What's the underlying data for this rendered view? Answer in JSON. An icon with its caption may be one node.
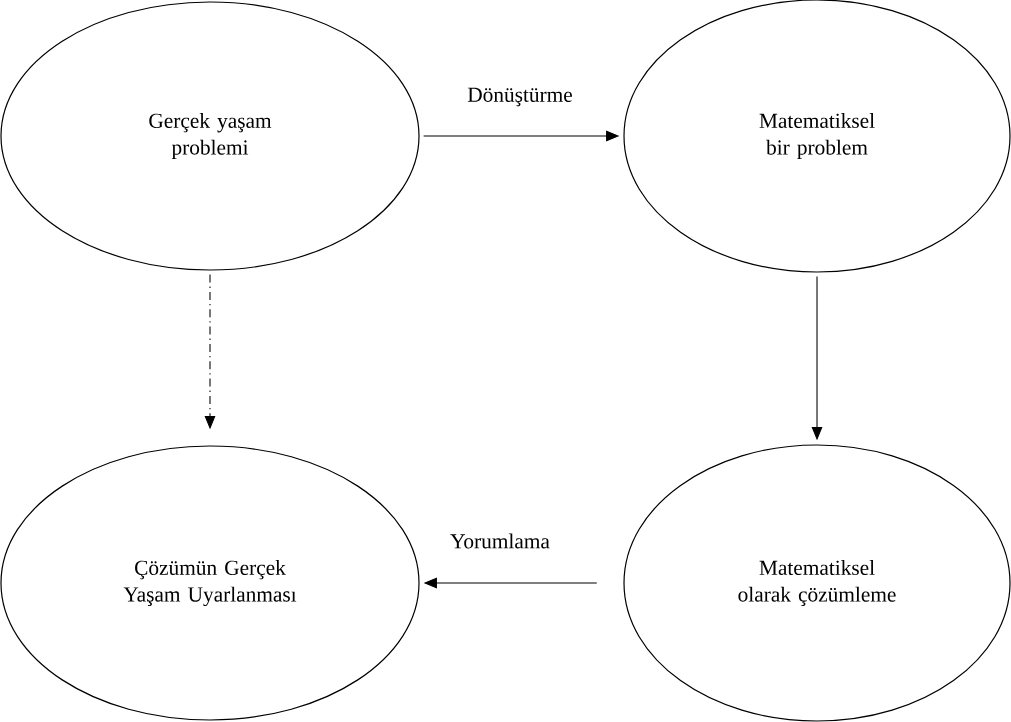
{
  "diagram": {
    "nodes": [
      {
        "text": [
          "Gerçek yaşam problemi"
        ]
      },
      {
        "text": [
          "Matematiksel bir problem"
        ]
      },
      {
        "text": [
          "Matematiksel olarak çözümleme"
        ]
      },
      {
        "text": [
          "Çözümün Gerçek Yaşam Uyarlanması"
        ]
      }
    ],
    "edges": [
      {
        "from": 0,
        "to": 1,
        "arrow": "to",
        "label": "Dönüştürme"
      },
      {
        "from": 1,
        "to": 2,
        "arrow": "to"
      },
      {
        "from": 2,
        "to": 3,
        "arrow": "to",
        "label": "Yorumlama"
      },
      {
        "from": 0,
        "to": 3,
        "arrow": "to",
        "style": "dashed"
      }
    ]
  }
}
